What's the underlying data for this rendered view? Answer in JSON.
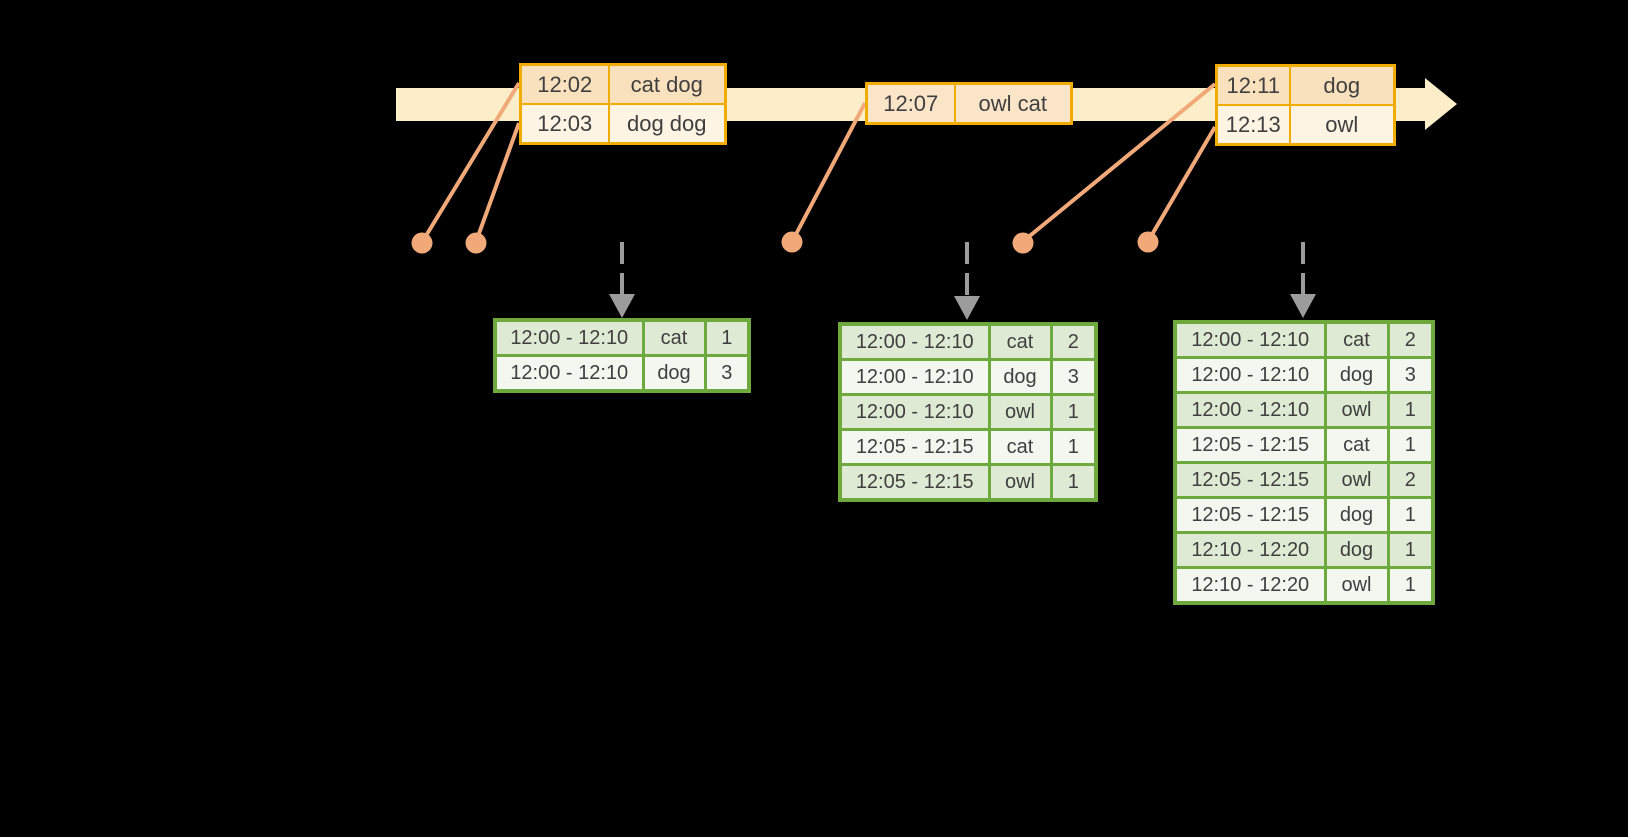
{
  "colors": {
    "background": "#000000",
    "timeline_fill": "#FBEEC8",
    "event_table_border": "#F0AC00",
    "event_row_peach": "#FAE1BE",
    "event_row_cream": "#FDF4E4",
    "event_row_mid": "#FBE5C9",
    "event_marker": "#F1A97A",
    "trigger_arrow": "#9C9C9C",
    "result_table_border": "#6EA93D",
    "result_row_dark": "#DEEAD3",
    "result_row_light": "#F3F7EF",
    "text": "#3F3F3F"
  },
  "glyphs": {
    "timeline_arrow": "right-pointing pale-yellow arrow band",
    "event_dot": "salmon circle marker",
    "event_connector": "salmon line from event row to dot",
    "trigger_arrow": "gray dashed downward arrow"
  },
  "timeline": {
    "event_tables": [
      {
        "rows": [
          {
            "time": "12:02",
            "words": "cat dog"
          },
          {
            "time": "12:03",
            "words": "dog dog"
          }
        ]
      },
      {
        "rows": [
          {
            "time": "12:07",
            "words": "owl cat"
          }
        ]
      },
      {
        "rows": [
          {
            "time": "12:11",
            "words": "dog"
          },
          {
            "time": "12:13",
            "words": "owl"
          }
        ]
      }
    ]
  },
  "result_tables": [
    {
      "rows": [
        {
          "window": "12:00 - 12:10",
          "word": "cat",
          "count": 1
        },
        {
          "window": "12:00 - 12:10",
          "word": "dog",
          "count": 3
        }
      ]
    },
    {
      "rows": [
        {
          "window": "12:00 - 12:10",
          "word": "cat",
          "count": 2
        },
        {
          "window": "12:00 - 12:10",
          "word": "dog",
          "count": 3
        },
        {
          "window": "12:00 - 12:10",
          "word": "owl",
          "count": 1
        },
        {
          "window": "12:05 - 12:15",
          "word": "cat",
          "count": 1
        },
        {
          "window": "12:05 - 12:15",
          "word": "owl",
          "count": 1
        }
      ]
    },
    {
      "rows": [
        {
          "window": "12:00 - 12:10",
          "word": "cat",
          "count": 2
        },
        {
          "window": "12:00 - 12:10",
          "word": "dog",
          "count": 3
        },
        {
          "window": "12:00 - 12:10",
          "word": "owl",
          "count": 1
        },
        {
          "window": "12:05 - 12:15",
          "word": "cat",
          "count": 1
        },
        {
          "window": "12:05 - 12:15",
          "word": "owl",
          "count": 2
        },
        {
          "window": "12:05 - 12:15",
          "word": "dog",
          "count": 1
        },
        {
          "window": "12:10 - 12:20",
          "word": "dog",
          "count": 1
        },
        {
          "window": "12:10 - 12:20",
          "word": "owl",
          "count": 1
        }
      ]
    }
  ]
}
